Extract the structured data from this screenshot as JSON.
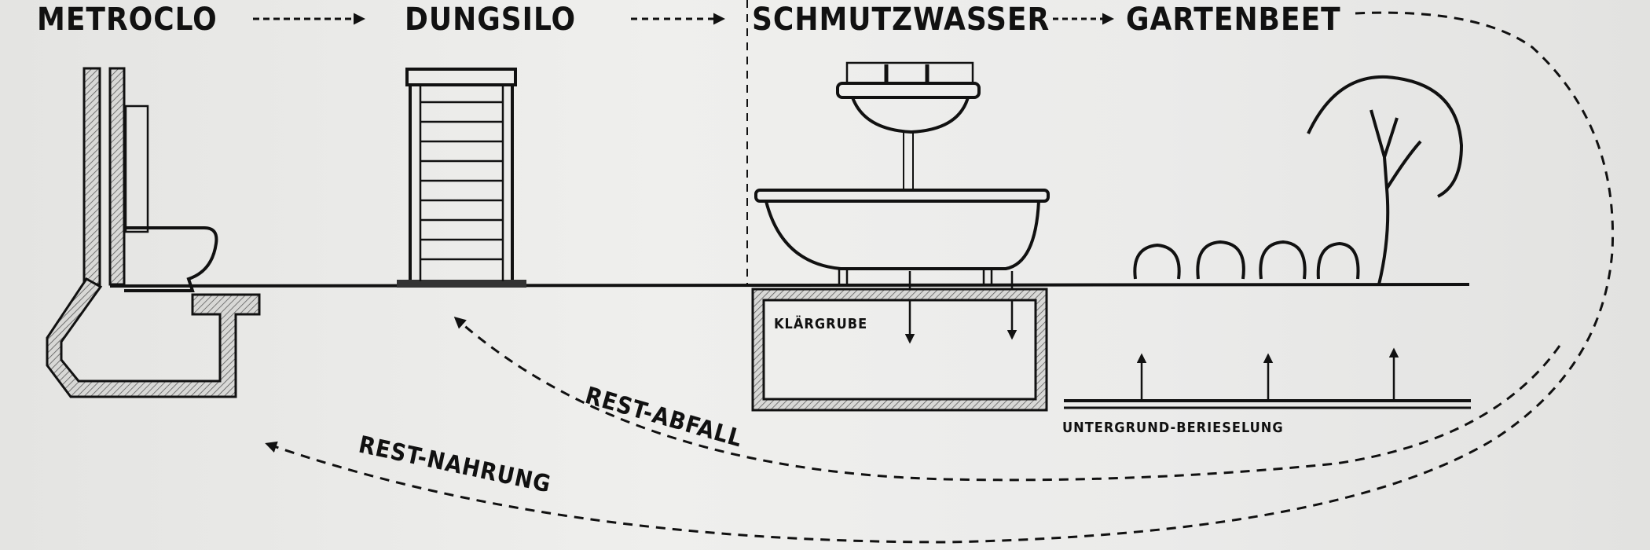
{
  "header_labels": {
    "metroclo": "METROCLO",
    "dungsilo": "DUNGSILO",
    "schmutzwasser": "SCHMUTZWASSER",
    "gartenbeet": "GARTENBEET"
  },
  "annotations": {
    "klaergrube": "KLÄRGRUBE",
    "untergrund": "UNTERGRUND-BERIESELUNG",
    "rest_abfall": "REST-ABFALL",
    "rest_nahrung": "REST-NAHRUNG"
  },
  "colors": {
    "ink": "#111111",
    "paper": "#e9e9e7"
  }
}
